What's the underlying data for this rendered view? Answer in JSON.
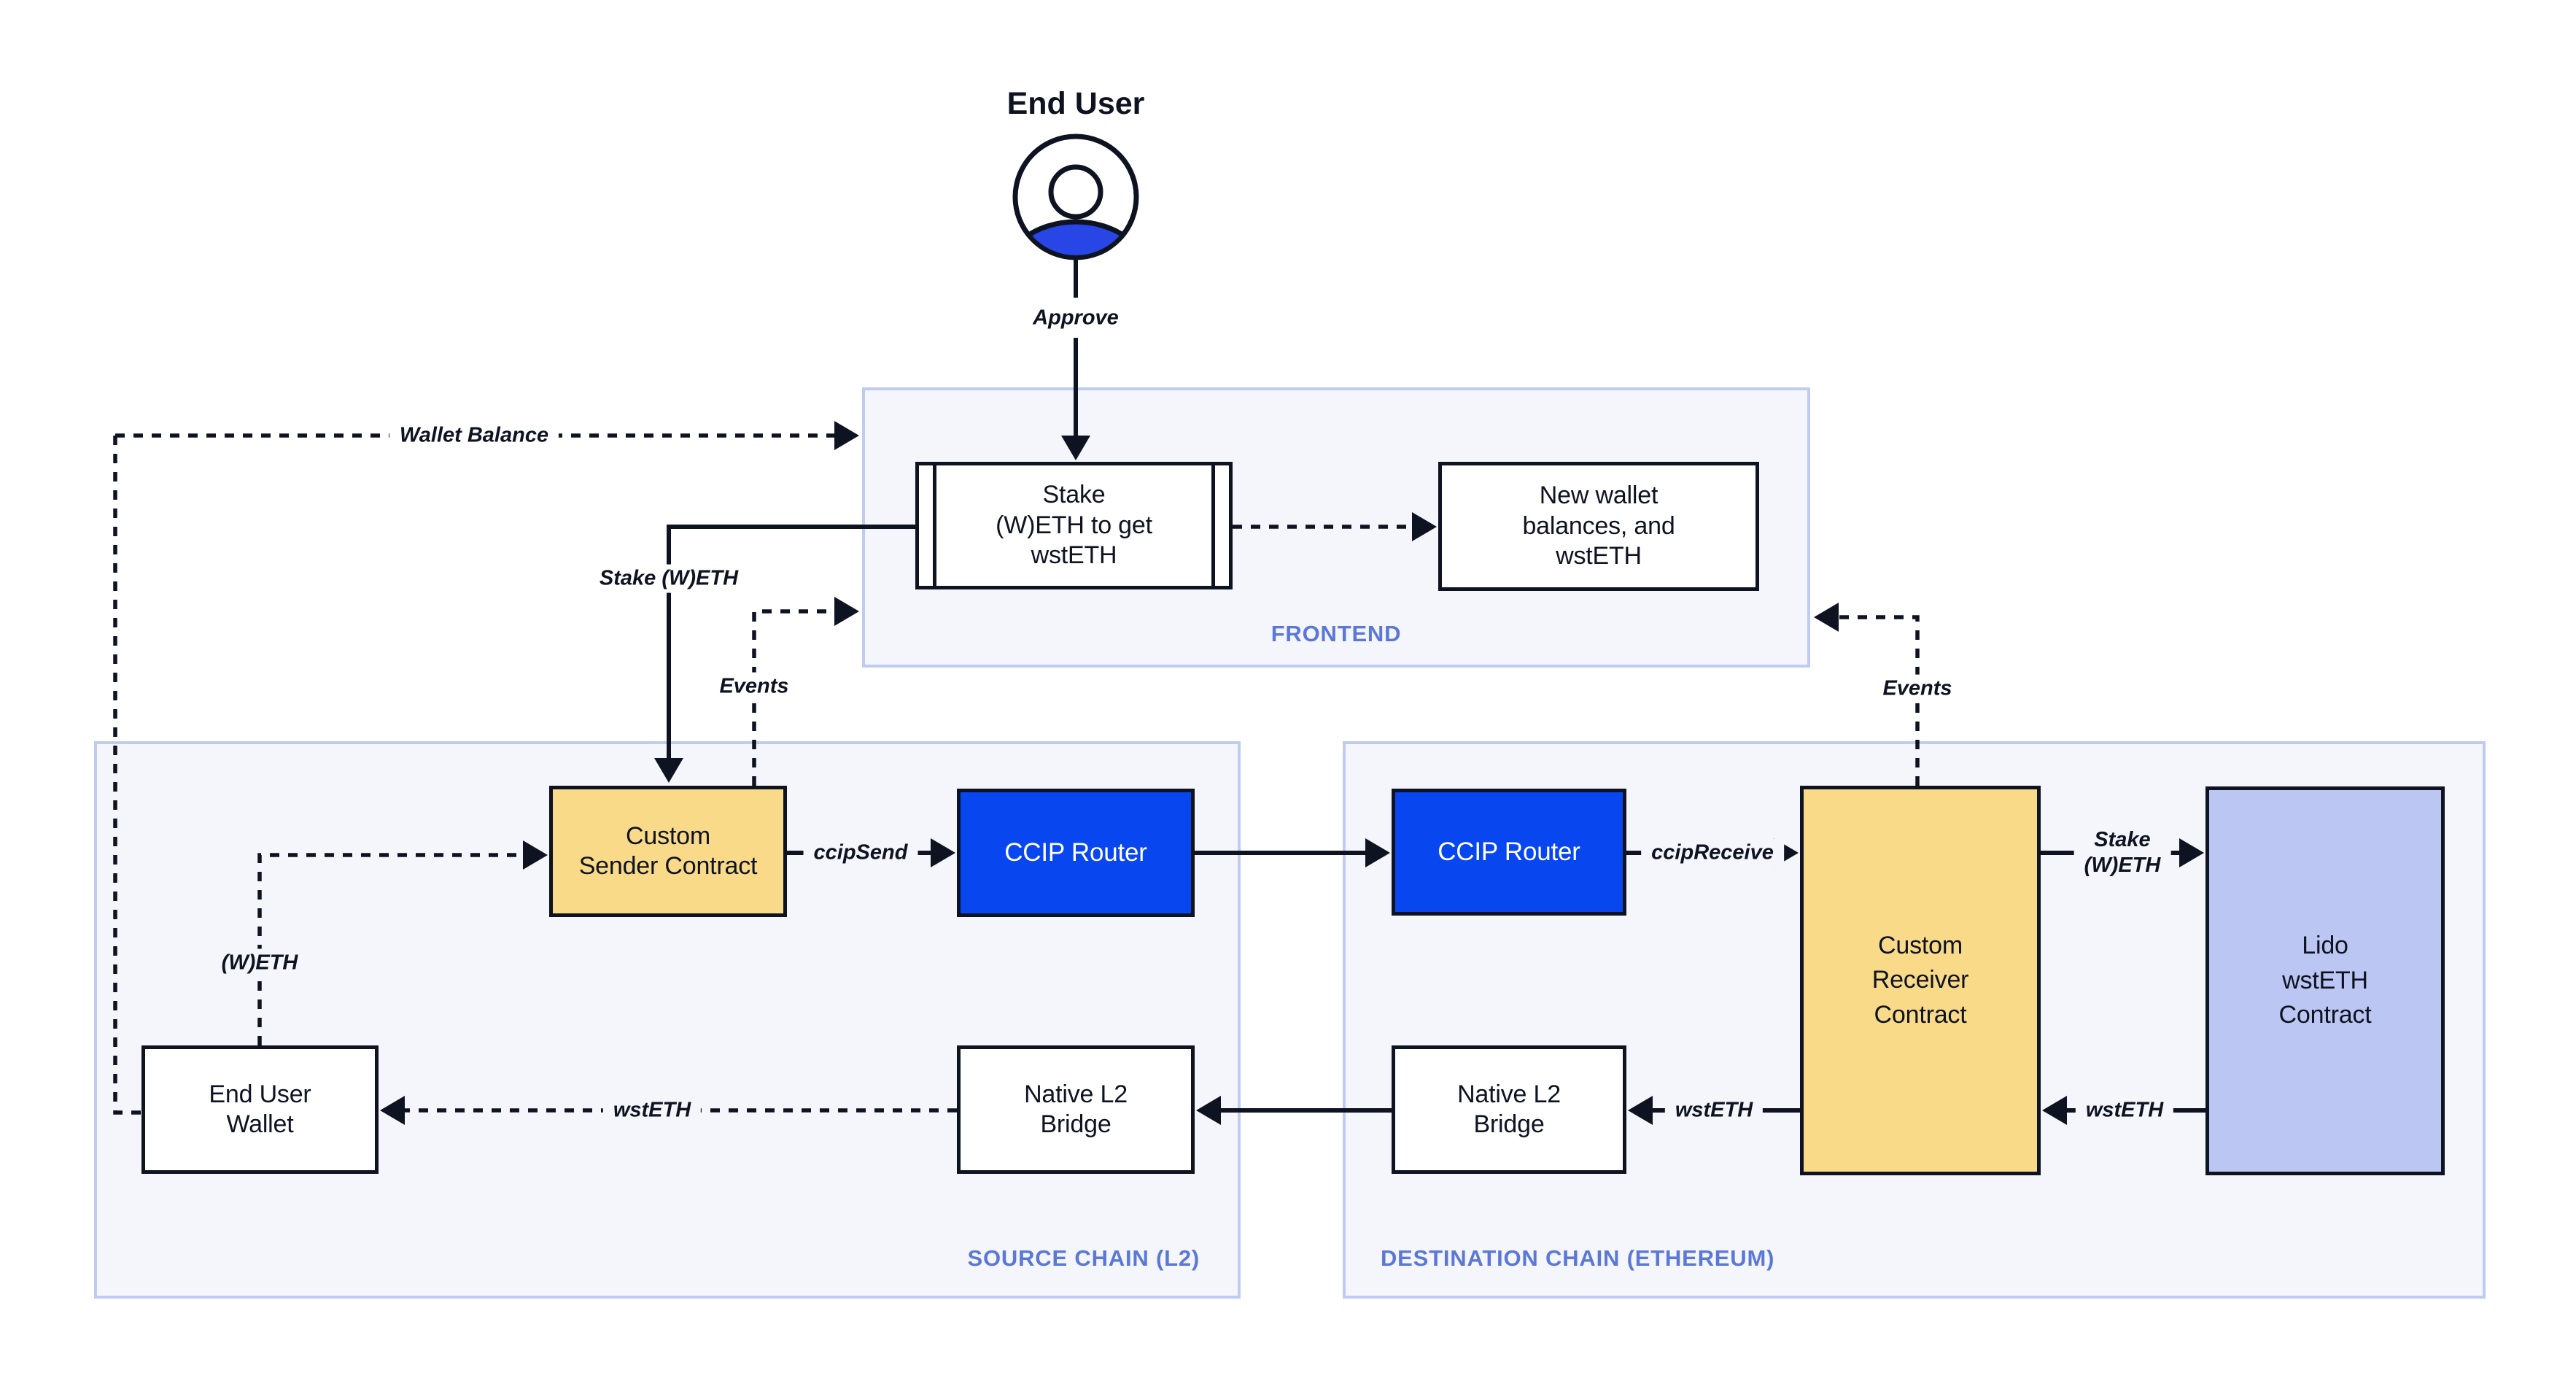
{
  "palette": {
    "ink": "#0E1322",
    "accent_blue": "#0847F0",
    "icon_blue": "#2845E5",
    "contract_yellow": "#F9DA88",
    "contract_lavender": "#BCC6F3",
    "zone_fill": "#F4F6FB",
    "zone_border": "#C0CBF2",
    "zone_label_blue": "#5B78D8"
  },
  "end_user": {
    "title": "End User",
    "approve": "Approve"
  },
  "frontend": {
    "zone_label": "FRONTEND",
    "stake_box": "Stake\n(W)ETH to get\nwstETH",
    "new_wallet_box": "New wallet\nbalances, and\nwstETH"
  },
  "source_chain": {
    "zone_label": "SOURCE CHAIN (L2)",
    "custom_sender": "Custom\nSender Contract",
    "ccip_router": "CCIP Router",
    "end_user_wallet": "End User\nWallet",
    "native_bridge": "Native L2\nBridge"
  },
  "destination_chain": {
    "zone_label": "DESTINATION CHAIN (ETHEREUM)",
    "ccip_router": "CCIP Router",
    "custom_receiver": "Custom\nReceiver\nContract",
    "lido_contract": "Lido\nwstETH\nContract",
    "native_bridge": "Native L2\nBridge"
  },
  "flow_labels": {
    "wallet_balance": "Wallet Balance",
    "stake_weth_frontend": "Stake (W)ETH",
    "events_source": "Events",
    "events_destination": "Events",
    "ccip_send": "ccipSend",
    "ccip_receive": "ccipReceive",
    "weth": "(W)ETH",
    "wsteth_to_wallet": "wstETH",
    "stake_weth_lido": "Stake\n(W)ETH",
    "wsteth_from_lido": "wstETH",
    "wsteth_to_bridge": "wstETH"
  }
}
